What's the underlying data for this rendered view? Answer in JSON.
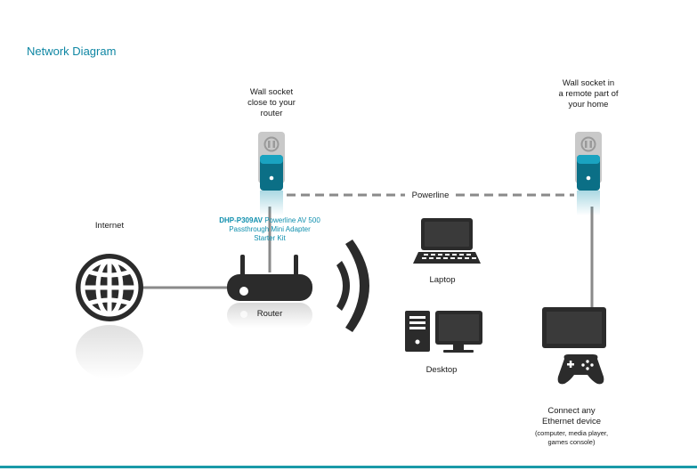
{
  "title": "Network Diagram",
  "labels": {
    "wall_socket_router": [
      "Wall socket",
      "close to your",
      "router"
    ],
    "wall_socket_remote": [
      "Wall socket in",
      "a remote part of",
      "your home"
    ],
    "powerline": "Powerline",
    "internet": "Internet",
    "product_bold": "DHP-P309AV",
    "product_rest": " Powerline AV 500",
    "product_line2": "Passthrough Mini Adapter",
    "product_line3": "Starter Kit",
    "router": "Router",
    "laptop": "Laptop",
    "desktop": "Desktop",
    "ethernet": [
      "Connect any",
      "Ethernet device"
    ],
    "ethernet_note": [
      "(computer, media player,",
      "games console)"
    ]
  },
  "colors": {
    "teal": "#0f8fae",
    "dark": "#2b2b2b",
    "gray": "#8a8a8a",
    "rule": "#1a9aa8"
  },
  "icons": [
    "globe-icon",
    "router-icon",
    "wifi-signal-icon",
    "laptop-icon",
    "desktop-icon",
    "monitor-icon",
    "gamepad-icon",
    "powerline-adapter-icon"
  ]
}
